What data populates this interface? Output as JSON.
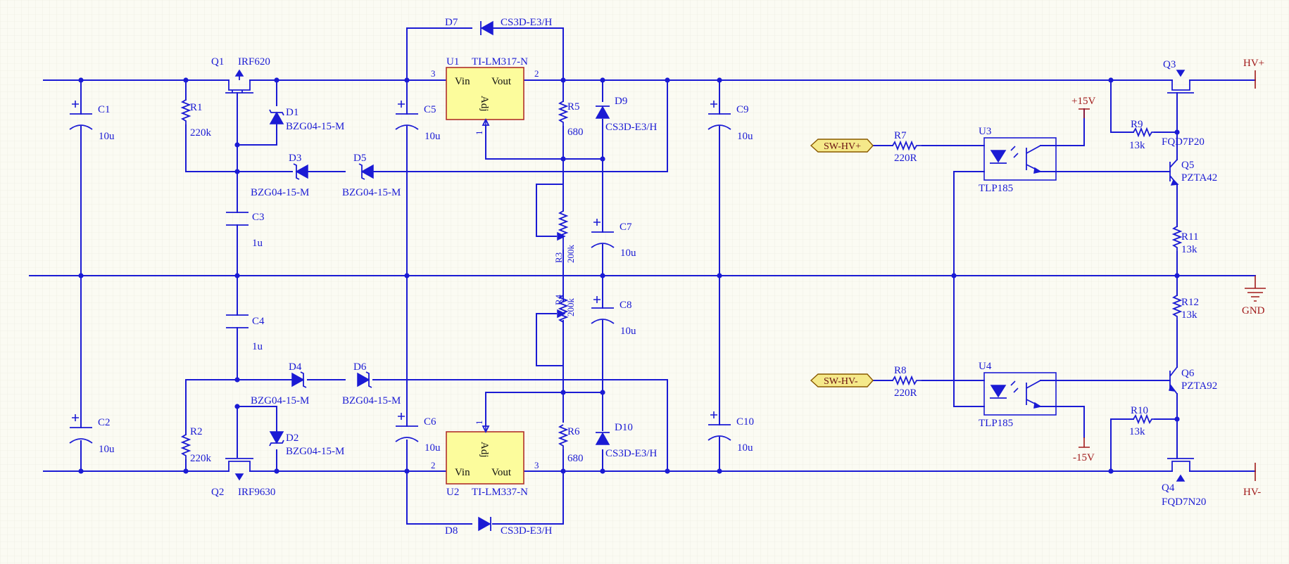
{
  "components": {
    "C1": {
      "ref": "C1",
      "value": "10u"
    },
    "C2": {
      "ref": "C2",
      "value": "10u"
    },
    "C3": {
      "ref": "C3",
      "value": "1u"
    },
    "C4": {
      "ref": "C4",
      "value": "1u"
    },
    "C5": {
      "ref": "C5",
      "value": "10u"
    },
    "C6": {
      "ref": "C6",
      "value": "10u"
    },
    "C7": {
      "ref": "C7",
      "value": "10u"
    },
    "C8": {
      "ref": "C8",
      "value": "10u"
    },
    "C9": {
      "ref": "C9",
      "value": "10u"
    },
    "C10": {
      "ref": "C10",
      "value": "10u"
    },
    "R1": {
      "ref": "R1",
      "value": "220k"
    },
    "R2": {
      "ref": "R2",
      "value": "220k"
    },
    "R3": {
      "ref": "R3",
      "value": "200k"
    },
    "R4": {
      "ref": "R4",
      "value": "200k"
    },
    "R5": {
      "ref": "R5",
      "value": "680"
    },
    "R6": {
      "ref": "R6",
      "value": "680"
    },
    "R7": {
      "ref": "R7",
      "value": "220R"
    },
    "R8": {
      "ref": "R8",
      "value": "220R"
    },
    "R9": {
      "ref": "R9",
      "value": "13k"
    },
    "R10": {
      "ref": "R10",
      "value": "13k"
    },
    "R11": {
      "ref": "R11",
      "value": "13k"
    },
    "R12": {
      "ref": "R12",
      "value": "13k"
    },
    "D1": {
      "ref": "D1",
      "value": "BZG04-15-M"
    },
    "D2": {
      "ref": "D2",
      "value": "BZG04-15-M"
    },
    "D3": {
      "ref": "D3",
      "value": "BZG04-15-M"
    },
    "D4": {
      "ref": "D4",
      "value": "BZG04-15-M"
    },
    "D5": {
      "ref": "D5",
      "value": "BZG04-15-M"
    },
    "D6": {
      "ref": "D6",
      "value": "BZG04-15-M"
    },
    "D7": {
      "ref": "D7",
      "value": "CS3D-E3/H"
    },
    "D8": {
      "ref": "D8",
      "value": "CS3D-E3/H"
    },
    "D9": {
      "ref": "D9",
      "value": "CS3D-E3/H"
    },
    "D10": {
      "ref": "D10",
      "value": "CS3D-E3/H"
    },
    "Q1": {
      "ref": "Q1",
      "value": "IRF620"
    },
    "Q2": {
      "ref": "Q2",
      "value": "IRF9630"
    },
    "Q3": {
      "ref": "Q3",
      "value": "FQD7P20"
    },
    "Q4": {
      "ref": "Q4",
      "value": "FQD7N20"
    },
    "Q5": {
      "ref": "Q5",
      "value": "PZTA42"
    },
    "Q6": {
      "ref": "Q6",
      "value": "PZTA92"
    },
    "U1": {
      "ref": "U1",
      "value": "TI-LM317-N",
      "pin_in": "Vin",
      "pin_out": "Vout",
      "pin_adj": "Adj",
      "num_in": "3",
      "num_out": "2",
      "num_adj": "1"
    },
    "U2": {
      "ref": "U2",
      "value": "TI-LM337-N",
      "pin_in": "Vin",
      "pin_out": "Vout",
      "pin_adj": "Adj",
      "num_in": "2",
      "num_out": "3",
      "num_adj": "1"
    },
    "U3": {
      "ref": "U3",
      "value": "TLP185"
    },
    "U4": {
      "ref": "U4",
      "value": "TLP185"
    }
  },
  "ports": {
    "sw_hv_plus": "SW-HV+",
    "sw_hv_minus": "SW-HV-"
  },
  "power": {
    "hv_plus": "HV+",
    "hv_minus": "HV-",
    "gnd": "GND",
    "p15": "+15V",
    "m15": "-15V"
  }
}
